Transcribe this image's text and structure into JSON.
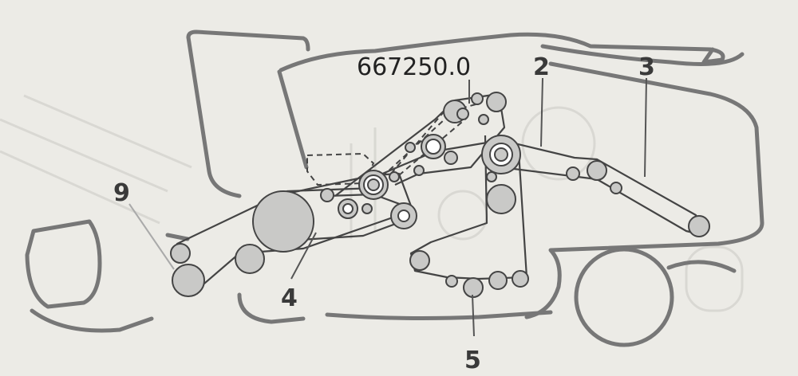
{
  "part_number": "667250.0",
  "callouts": [
    "2",
    "3",
    "9",
    "4",
    "5"
  ],
  "colors": {
    "background": "#ecebe6",
    "outline": "#6f6f6f",
    "pulley_fill": "#c9c9c7",
    "belt": "#4a4a4a",
    "text": "#3a3a3a"
  }
}
